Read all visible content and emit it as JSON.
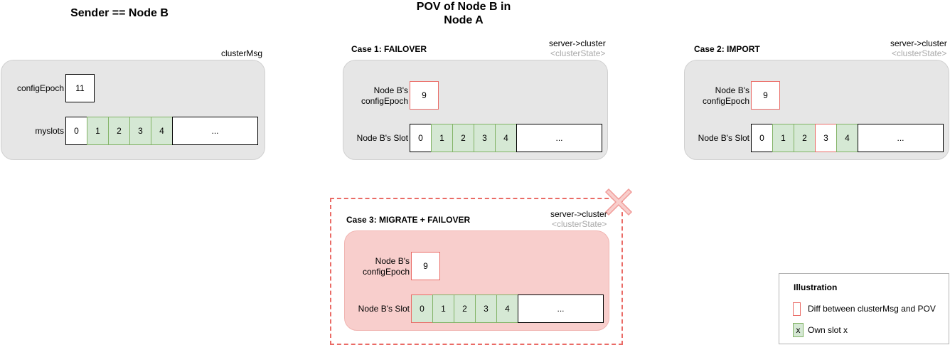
{
  "titles": {
    "sender": "Sender == Node B",
    "pov_line1": "POV of Node B in",
    "pov_line2": "Node A"
  },
  "sender_panel": {
    "tag": "clusterMsg",
    "epoch_label": "configEpoch",
    "epoch_value": "11",
    "slots_label": "myslots",
    "slots": [
      "0",
      "1",
      "2",
      "3",
      "4",
      "..."
    ]
  },
  "case1": {
    "title": "Case 1: FAILOVER",
    "tag1": "server->cluster",
    "tag2": "<clusterState>",
    "epoch_label_1": "Node B's",
    "epoch_label_2": "configEpoch",
    "epoch_value": "9",
    "slots_label": "Node B's Slot",
    "slots": [
      "0",
      "1",
      "2",
      "3",
      "4",
      "..."
    ]
  },
  "case2": {
    "title": "Case 2: IMPORT",
    "tag1": "server->cluster",
    "tag2": "<clusterState>",
    "epoch_label_1": "Node B's",
    "epoch_label_2": "configEpoch",
    "epoch_value": "9",
    "slots_label": "Node B's Slot",
    "slots": [
      "0",
      "1",
      "2",
      "3",
      "4",
      "..."
    ]
  },
  "case3": {
    "title": "Case 3: MIGRATE + FAILOVER",
    "tag1": "server->cluster",
    "tag2": "<clusterState>",
    "epoch_label_1": "Node B's",
    "epoch_label_2": "configEpoch",
    "epoch_value": "9",
    "slots_label": "Node B's Slot",
    "slots": [
      "0",
      "1",
      "2",
      "3",
      "4",
      "..."
    ]
  },
  "legend": {
    "title": "Illustration",
    "diff_label": "Diff between clusterMsg and POV",
    "own_symbol": "x",
    "own_label": "Own slot x"
  },
  "colors": {
    "panel": "#e6e6e6",
    "panel_red": "#f8cecc",
    "own_fill": "#d5e8d4",
    "own_stroke": "#82b366",
    "diff_stroke": "#ea6b66",
    "cross": "#f19c99"
  }
}
